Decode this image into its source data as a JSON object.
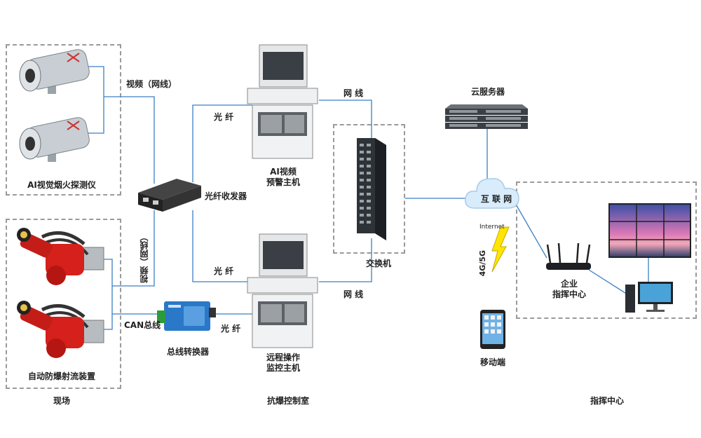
{
  "labels": {
    "video_line_top": "视频（网线）",
    "detector": "AI视觉烟火探测仪",
    "video_line_vertical": "视频（网线）",
    "fiber_transceiver": "光纤收发器",
    "fiber_top": "光 纤",
    "fiber_mid": "光 纤",
    "fiber_bottom": "光 纤",
    "can_bus": "CAN总线",
    "bus_converter": "总线转换器",
    "auto_device": "自动防爆射流装置",
    "site": "现场",
    "ai_host_1": "AI视频",
    "ai_host_2": "预警主机",
    "remote_host_1": "远程操作",
    "remote_host_2": "监控主机",
    "control_room": "抗爆控制室",
    "net_top": "网 线",
    "net_bottom": "网 线",
    "switch": "交换机",
    "cloud_server": "云服务器",
    "internet_cn": "互 联 网",
    "internet_en": "Internet",
    "mobile_network": "4G/5G",
    "mobile": "移动端",
    "enterprise_1": "企业",
    "enterprise_2": "指挥中心",
    "command_center": "指挥中心"
  },
  "icons": [
    "camera-icon",
    "cannon-icon",
    "fiber-transceiver-icon",
    "bus-converter-icon",
    "host-cabinet-icon",
    "switch-icon",
    "server-icon",
    "cloud-icon",
    "router-icon",
    "video-wall-icon",
    "desktop-pc-icon",
    "tablet-icon",
    "lightning-icon"
  ],
  "colors": {
    "wire": "#3b7fc4",
    "dashed_border": "#9a9a9a",
    "cloud": "#d8ecfb",
    "lightning": "#ffe500",
    "device_red": "#d6201b"
  }
}
